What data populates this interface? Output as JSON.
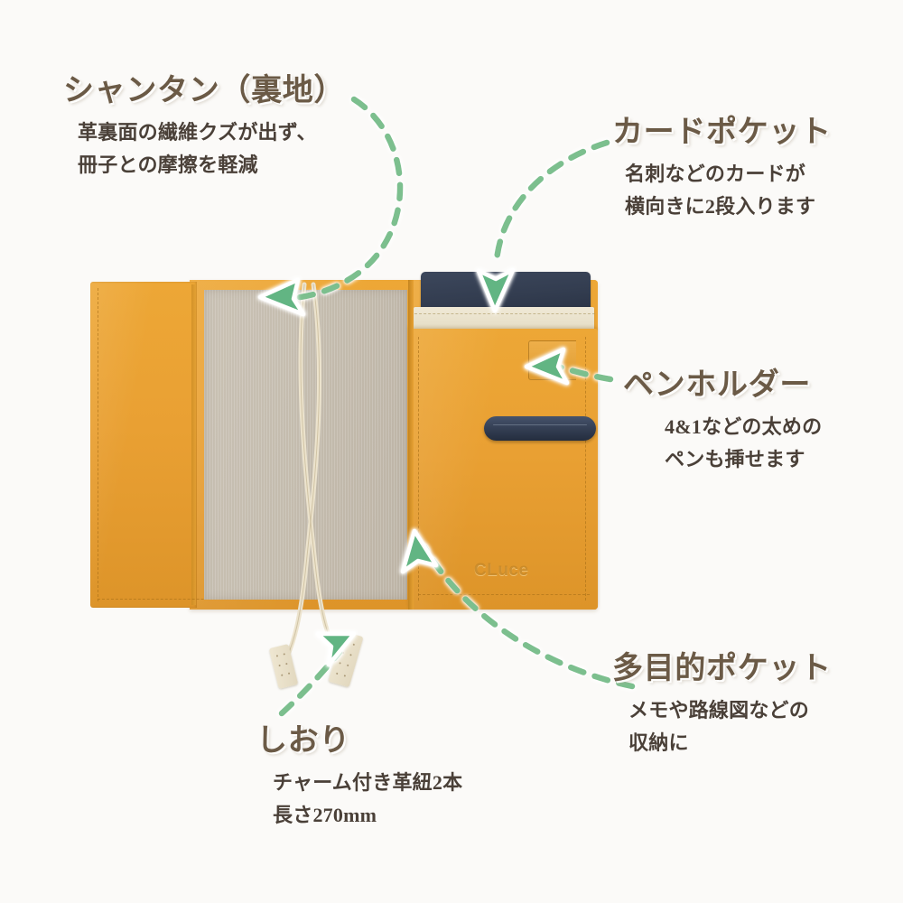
{
  "page": {
    "background_color": "#fbfaf8",
    "accent_arrow_color": "#7bbf8e",
    "heading_color": "#6b5a46",
    "body_color": "#4a4038"
  },
  "product": {
    "type": "leather-notebook-cover",
    "brand_logo": "CLuce",
    "colors": {
      "leather": "#e9a033",
      "lining": "#c4bcae",
      "navy": "#333d50",
      "cream": "#eadfc6"
    }
  },
  "callouts": [
    {
      "id": "shantan-lining",
      "title": "シャンタン（裏地）",
      "lines": [
        "革裏面の繊維クズが出ず、",
        "冊子との摩擦を軽減"
      ]
    },
    {
      "id": "card-pocket",
      "title": "カードポケット",
      "lines": [
        "名刺などのカードが",
        "横向きに2段入ります"
      ]
    },
    {
      "id": "pen-holder",
      "title": "ペンホルダー",
      "lines": [
        "4&1などの太めの",
        "ペンも挿せます"
      ]
    },
    {
      "id": "multi-pocket",
      "title": "多目的ポケット",
      "lines": [
        "メモや路線図などの",
        "収納に"
      ]
    },
    {
      "id": "bookmark",
      "title": "しおり",
      "lines": [
        "チャーム付き革紐2本",
        "長さ270mm"
      ]
    }
  ]
}
